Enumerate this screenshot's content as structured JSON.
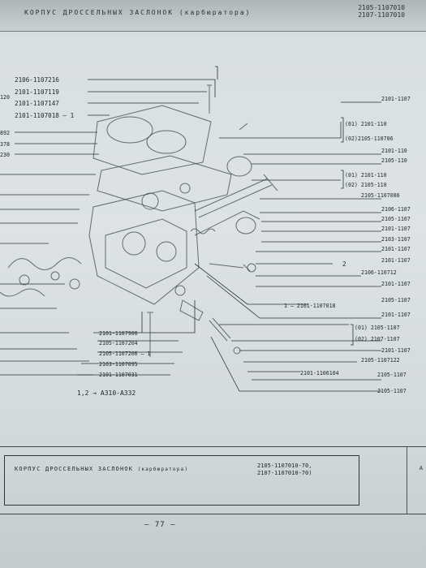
{
  "header": {
    "title": "КОРПУС ДРОССЕЛЬНЫХ ЗАСЛОНОК (карбюратора)",
    "codes": [
      "2105-1107010",
      "2107-1107010"
    ]
  },
  "callouts": {
    "top_left": [
      "2106-1107216",
      "2101-1107119",
      "2101-1107147",
      "2101-1107018 — 1"
    ],
    "left_partial": [
      "120",
      "892",
      "378",
      "230"
    ],
    "right": [
      "2101-1107",
      "(01)  2101-110",
      "(02)2105-110706",
      "2101-110",
      "2105-110",
      "(01) 2101-110",
      "(02) 2105-110",
      "2105-1107086",
      "2106-1107",
      "2105-1107",
      "2101-1107",
      "2103-1107",
      "2101-1107",
      "2101-1107",
      "2106-110712",
      "2101-1107",
      "2105-1107",
      "2101-1107",
      "(01) 2105-1107",
      "(02) 2107-1107",
      "2101-1107",
      "2105-1107122",
      "2105-1107",
      "2105-1107"
    ],
    "mid_right": [
      "1 — 2101-1107018",
      "2101-1106104",
      "2"
    ],
    "bottom_center": [
      "2101-1107900",
      "2105-1107204",
      "2105-1107206 — 1",
      "2103-1107095",
      "2101-1107031"
    ]
  },
  "note": "1,2 → А310-А332",
  "footer": {
    "title": "КОРПУС ДРОССЕЛЬНЫХ ЗАСЛОНОК",
    "subtitle": "(карбюратора)",
    "codes": [
      "2105-1107010-70,",
      "2107-1107010-70)"
    ],
    "right_letter": "А"
  },
  "page_number": "— 77 —"
}
